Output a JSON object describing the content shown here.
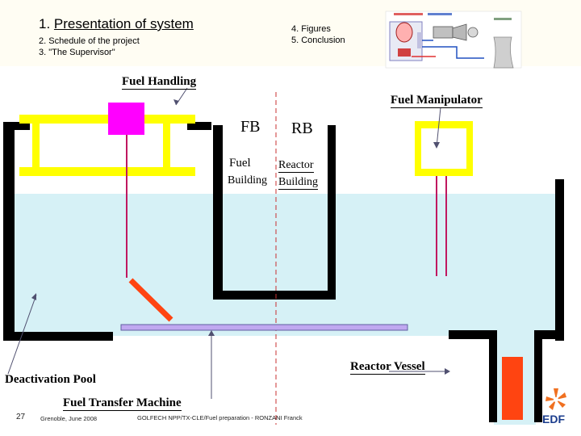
{
  "header": {
    "title_number": "1.",
    "title_text": "Presentation of system",
    "menu_left": [
      "2. Schedule of the project",
      "3. \"The Supervisor\""
    ],
    "menu_right": [
      "4. Figures",
      "5. Conclusion"
    ]
  },
  "labels": {
    "fuel_handling": "Fuel Handling",
    "fuel_manipulator": "Fuel Manipulator",
    "fb": "FB",
    "rb": "RB",
    "fuel": "Fuel",
    "reactor": "Reactor",
    "building_left": "Building",
    "building_right": "Building",
    "reactor_vessel": "Reactor Vessel",
    "deactivation_pool": "Deactivation Pool",
    "fuel_transfer_machine": "Fuel Transfer Machine"
  },
  "footer": {
    "page_number": "27",
    "location_date": "Grenoble, June 2008",
    "credit": "GOLFECH NPP/TX-CLE/Fuel preparation - RONZANI Franck",
    "logo_text": "EDF"
  },
  "colors": {
    "water": "#d6f1f6",
    "crane": "#ffff00",
    "trolley": "#ff00ff",
    "fuel_assembly": "#ff4411",
    "transfer_rail": "#c0a8f0",
    "walls": "#000000",
    "logo": "#1a3c8c",
    "logo_accent": "#f07020"
  },
  "icons": {
    "plant_thumbnail": "power-plant-schematic-icon",
    "logo": "edf-logo-icon"
  }
}
